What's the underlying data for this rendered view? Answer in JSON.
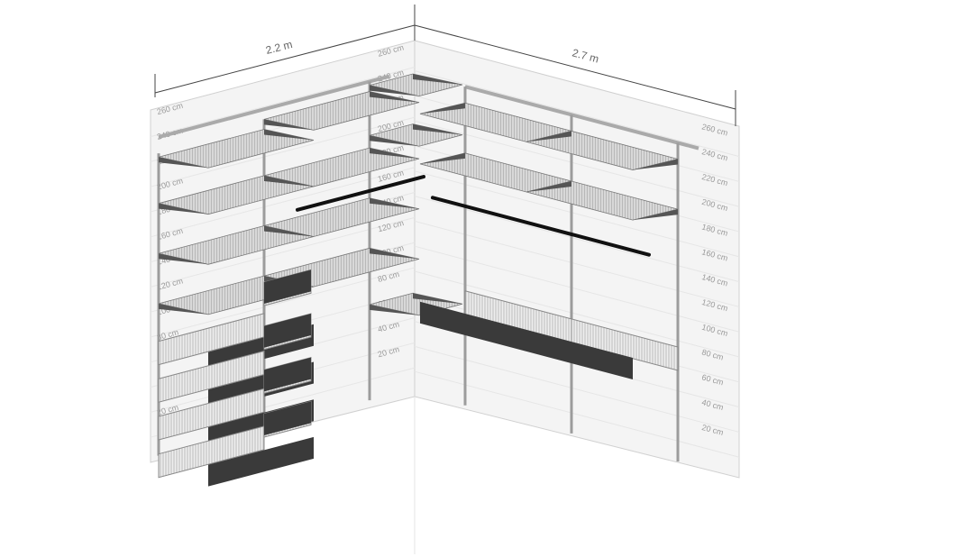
{
  "dimensions": {
    "left_wall_width": "2.2 m",
    "right_wall_width": "2.7 m"
  },
  "height_labels": [
    "20 cm",
    "40 cm",
    "60 cm",
    "80 cm",
    "100 cm",
    "120 cm",
    "140 cm",
    "160 cm",
    "180 cm",
    "200 cm",
    "220 cm",
    "240 cm",
    "260 cm"
  ],
  "colors": {
    "wall": "#f4f4f4",
    "wall_edge": "#d0d0d0",
    "upright": "#9c9c9c",
    "shelf": "#b5b5b5",
    "basket_front": "#3a3a3a",
    "rod": "#111111"
  }
}
